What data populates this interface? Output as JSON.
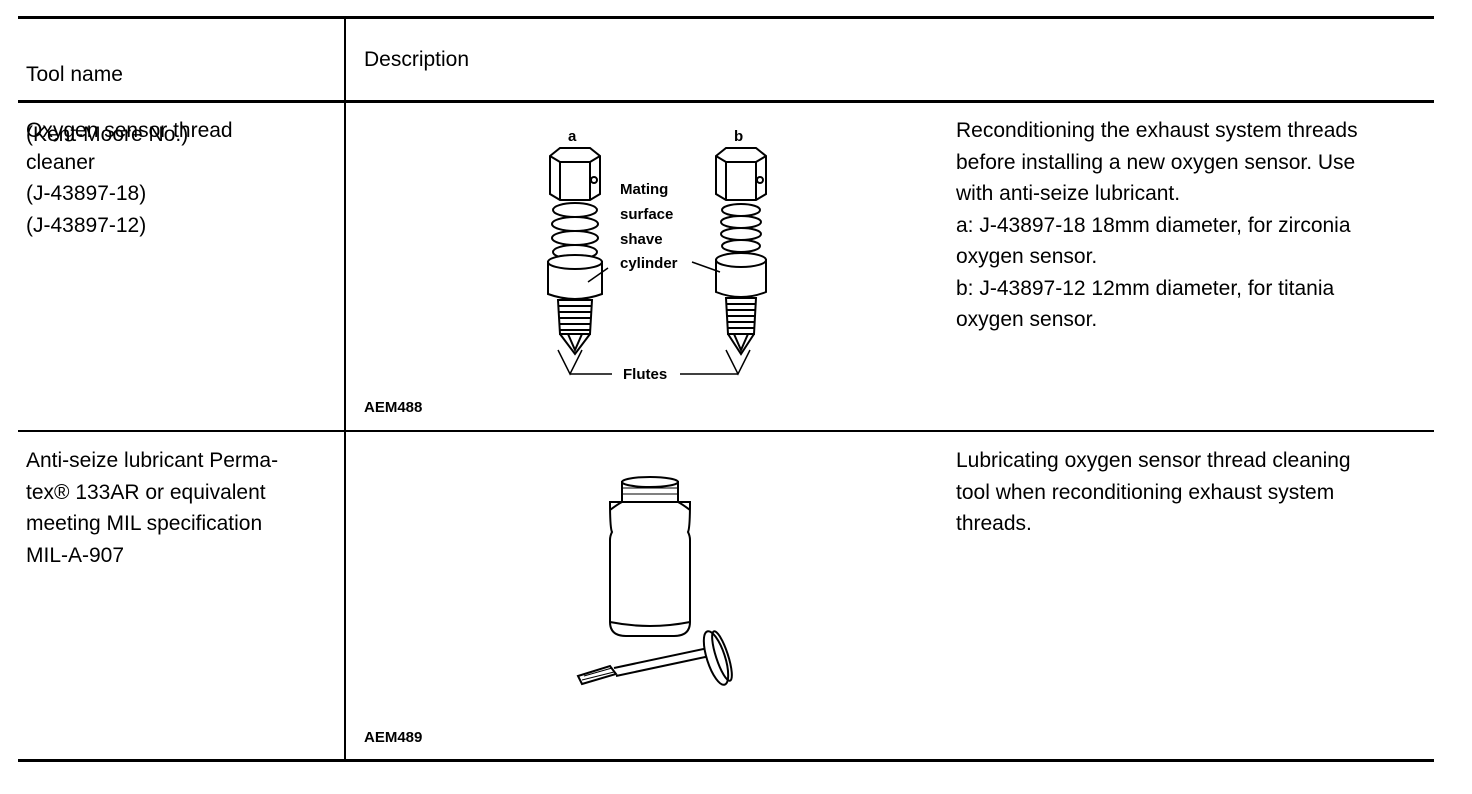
{
  "table": {
    "header": {
      "tool_name_line1": "Tool name",
      "tool_name_line2": "(Kent-Moore No.)",
      "description": "Description"
    },
    "rows": [
      {
        "tool_name": "Oxygen sensor thread\ncleaner\n(J-43897-18)\n(J-43897-12)",
        "figure_code": "AEM488",
        "figure_labels": {
          "a": "a",
          "b": "b",
          "mating_1": "Mating",
          "mating_2": "surface",
          "mating_3": "shave",
          "mating_4": "cylinder",
          "flutes": "Flutes"
        },
        "description": "Reconditioning the exhaust system threads\nbefore installing a new oxygen sensor. Use\nwith anti-seize lubricant.\na: J-43897-18 18mm diameter, for zirconia\noxygen sensor.\nb: J-43897-12 12mm diameter, for titania\noxygen sensor."
      },
      {
        "tool_name": "Anti-seize lubricant Perma-\ntex® 133AR or equivalent\nmeeting MIL specification\nMIL-A-907",
        "figure_code": "AEM489",
        "description": "Lubricating oxygen sensor thread cleaning\ntool when reconditioning exhaust system\nthreads."
      }
    ]
  }
}
